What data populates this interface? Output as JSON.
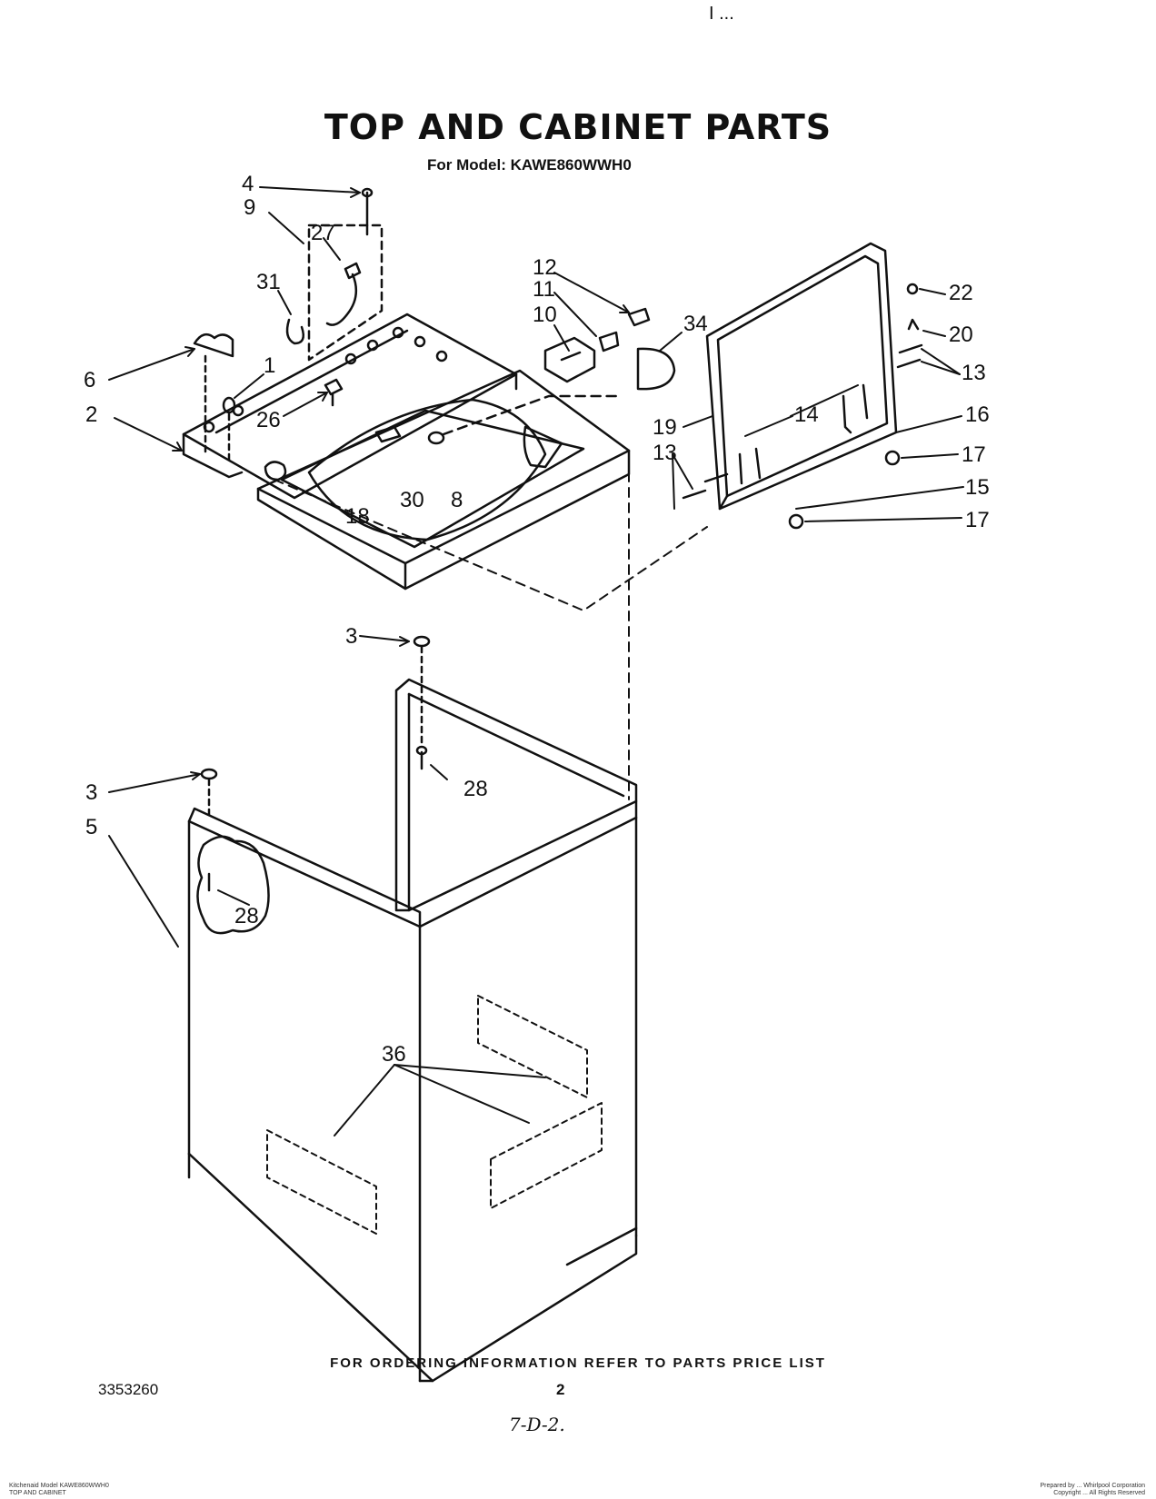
{
  "header": {
    "title": "TOP AND CABINET PARTS",
    "subtitle": "For Model: KAWE860WWH0",
    "top_marks": "I  ..."
  },
  "callouts": [
    {
      "id": "c4",
      "text": "4"
    },
    {
      "id": "c9",
      "text": "9"
    },
    {
      "id": "c27",
      "text": "27"
    },
    {
      "id": "c31",
      "text": "31"
    },
    {
      "id": "c6",
      "text": "6"
    },
    {
      "id": "c1",
      "text": "1"
    },
    {
      "id": "c2",
      "text": "2"
    },
    {
      "id": "c26",
      "text": "26"
    },
    {
      "id": "c18",
      "text": "18"
    },
    {
      "id": "c30",
      "text": "30"
    },
    {
      "id": "c8",
      "text": "8"
    },
    {
      "id": "c12",
      "text": "12"
    },
    {
      "id": "c11",
      "text": "11"
    },
    {
      "id": "c10",
      "text": "10"
    },
    {
      "id": "c34",
      "text": "34"
    },
    {
      "id": "c22",
      "text": "22"
    },
    {
      "id": "c20",
      "text": "20"
    },
    {
      "id": "c13a",
      "text": "13"
    },
    {
      "id": "c14",
      "text": "14"
    },
    {
      "id": "c16",
      "text": "16"
    },
    {
      "id": "c19",
      "text": "19"
    },
    {
      "id": "c17a",
      "text": "17"
    },
    {
      "id": "c13b",
      "text": "13"
    },
    {
      "id": "c15",
      "text": "15"
    },
    {
      "id": "c17b",
      "text": "17"
    },
    {
      "id": "c3a",
      "text": "3"
    },
    {
      "id": "c28a",
      "text": "28"
    },
    {
      "id": "c3b",
      "text": "3"
    },
    {
      "id": "c5",
      "text": "5"
    },
    {
      "id": "c28b",
      "text": "28"
    },
    {
      "id": "c36",
      "text": "36"
    }
  ],
  "footer": {
    "ordering_note": "FOR ORDERING INFORMATION REFER TO PARTS PRICE LIST",
    "doc_number": "3353260",
    "page_number": "2",
    "handwritten_note": "7-D-2.",
    "fine_print_left": "Kitchenaid Model KAWE860WWH0\nTOP AND CABINET",
    "fine_print_right": "Prepared by ... Whirlpool Corporation\nCopyright ... All Rights Reserved"
  }
}
